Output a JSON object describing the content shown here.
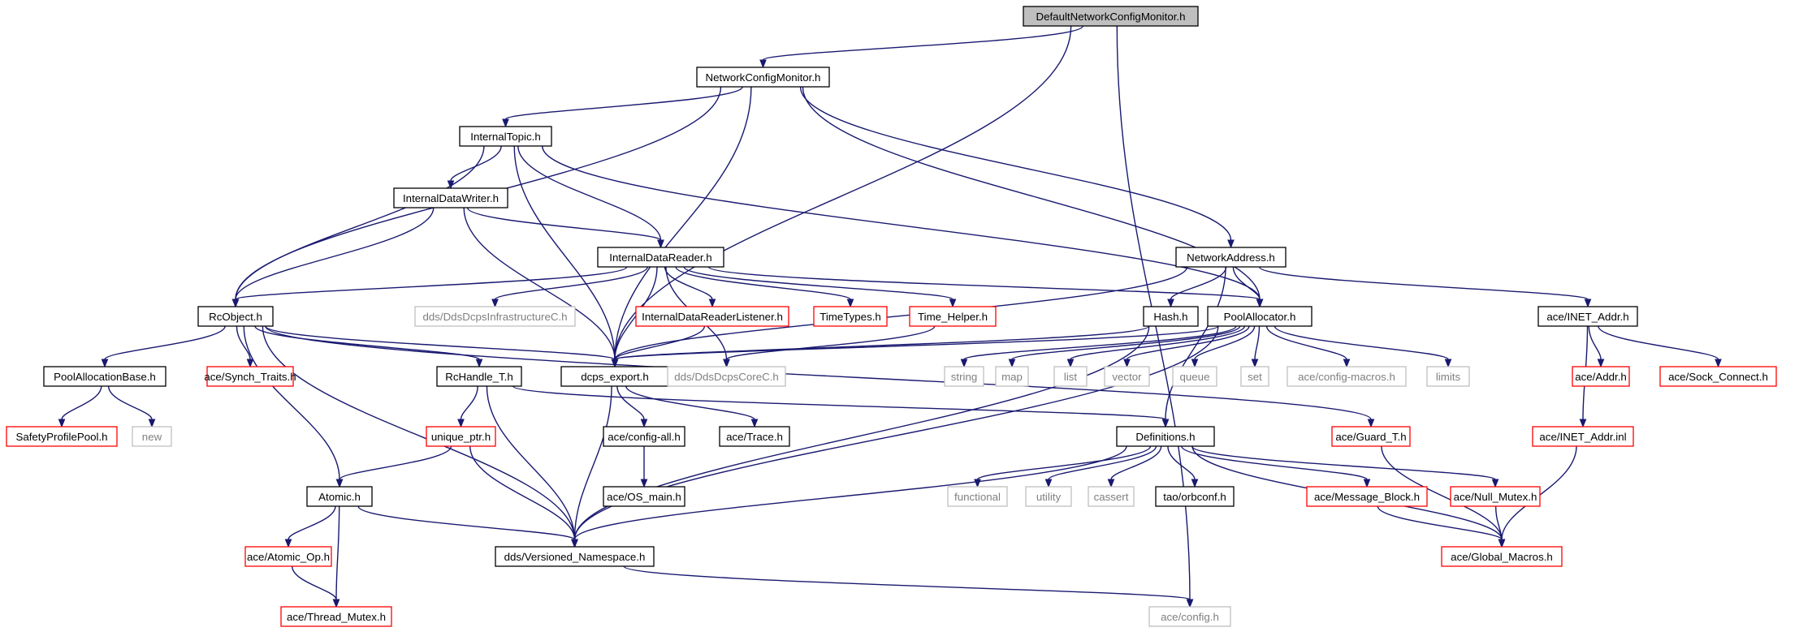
{
  "diagram": {
    "colors": {
      "edge": "#191970",
      "root_fill": "#bfbfbf",
      "normal_border": "#000000",
      "truncated_border": "#ff0000",
      "external_border": "#bfbfbf",
      "external_text": "#7f7f7f",
      "text": "#000000"
    },
    "nodes": [
      {
        "id": "root",
        "label": "DefaultNetworkConfigMonitor.h",
        "style": "root"
      },
      {
        "id": "ncm",
        "label": "NetworkConfigMonitor.h",
        "style": "normal"
      },
      {
        "id": "itopic",
        "label": "InternalTopic.h",
        "style": "normal"
      },
      {
        "id": "idw",
        "label": "InternalDataWriter.h",
        "style": "normal"
      },
      {
        "id": "idr",
        "label": "InternalDataReader.h",
        "style": "normal"
      },
      {
        "id": "netaddr",
        "label": "NetworkAddress.h",
        "style": "normal"
      },
      {
        "id": "rcobj",
        "label": "RcObject.h",
        "style": "normal"
      },
      {
        "id": "ddsinfra",
        "label": "dds/DdsDcpsInfrastructureC.h",
        "style": "external"
      },
      {
        "id": "idrl",
        "label": "InternalDataReaderListener.h",
        "style": "truncated"
      },
      {
        "id": "timetypes",
        "label": "TimeTypes.h",
        "style": "truncated"
      },
      {
        "id": "timehelper",
        "label": "Time_Helper.h",
        "style": "truncated"
      },
      {
        "id": "hash",
        "label": "Hash.h",
        "style": "normal"
      },
      {
        "id": "poolalloc",
        "label": "PoolAllocator.h",
        "style": "normal"
      },
      {
        "id": "inetaddr",
        "label": "ace/INET_Addr.h",
        "style": "normal"
      },
      {
        "id": "pab",
        "label": "PoolAllocationBase.h",
        "style": "normal"
      },
      {
        "id": "synch",
        "label": "ace/Synch_Traits.h",
        "style": "truncated"
      },
      {
        "id": "rchandle",
        "label": "RcHandle_T.h",
        "style": "normal"
      },
      {
        "id": "dcpsexp",
        "label": "dcps_export.h",
        "style": "normal"
      },
      {
        "id": "ddscore",
        "label": "dds/DdsDcpsCoreC.h",
        "style": "external"
      },
      {
        "id": "string",
        "label": "string",
        "style": "external"
      },
      {
        "id": "map",
        "label": "map",
        "style": "external"
      },
      {
        "id": "list",
        "label": "list",
        "style": "external"
      },
      {
        "id": "vector",
        "label": "vector",
        "style": "external"
      },
      {
        "id": "queue",
        "label": "queue",
        "style": "external"
      },
      {
        "id": "set",
        "label": "set",
        "style": "external"
      },
      {
        "id": "cfgmacros",
        "label": "ace/config-macros.h",
        "style": "external"
      },
      {
        "id": "limits",
        "label": "limits",
        "style": "external"
      },
      {
        "id": "aceaddr",
        "label": "ace/Addr.h",
        "style": "truncated"
      },
      {
        "id": "sockconn",
        "label": "ace/Sock_Connect.h",
        "style": "truncated"
      },
      {
        "id": "spp",
        "label": "SafetyProfilePool.h",
        "style": "truncated"
      },
      {
        "id": "new",
        "label": "new",
        "style": "external"
      },
      {
        "id": "uptr",
        "label": "unique_ptr.h",
        "style": "truncated"
      },
      {
        "id": "cfgall",
        "label": "ace/config-all.h",
        "style": "normal"
      },
      {
        "id": "trace",
        "label": "ace/Trace.h",
        "style": "normal"
      },
      {
        "id": "defs",
        "label": "Definitions.h",
        "style": "normal"
      },
      {
        "id": "guard",
        "label": "ace/Guard_T.h",
        "style": "truncated"
      },
      {
        "id": "inetinl",
        "label": "ace/INET_Addr.inl",
        "style": "truncated"
      },
      {
        "id": "osmain",
        "label": "ace/OS_main.h",
        "style": "normal"
      },
      {
        "id": "atomic",
        "label": "Atomic.h",
        "style": "normal"
      },
      {
        "id": "functional",
        "label": "functional",
        "style": "external"
      },
      {
        "id": "utility",
        "label": "utility",
        "style": "external"
      },
      {
        "id": "cassert",
        "label": "cassert",
        "style": "external"
      },
      {
        "id": "orbconf",
        "label": "tao/orbconf.h",
        "style": "normal"
      },
      {
        "id": "msgblock",
        "label": "ace/Message_Block.h",
        "style": "truncated"
      },
      {
        "id": "nullmutex",
        "label": "ace/Null_Mutex.h",
        "style": "truncated"
      },
      {
        "id": "atomicop",
        "label": "ace/Atomic_Op.h",
        "style": "truncated"
      },
      {
        "id": "versns",
        "label": "dds/Versioned_Namespace.h",
        "style": "normal"
      },
      {
        "id": "globmacros",
        "label": "ace/Global_Macros.h",
        "style": "truncated"
      },
      {
        "id": "threadmutex",
        "label": "ace/Thread_Mutex.h",
        "style": "truncated"
      },
      {
        "id": "config",
        "label": "ace/config.h",
        "style": "external"
      }
    ],
    "edges": [
      [
        "root",
        "ncm"
      ],
      [
        "root",
        "dcpsexp"
      ],
      [
        "root",
        "config"
      ],
      [
        "ncm",
        "itopic"
      ],
      [
        "ncm",
        "rcobj"
      ],
      [
        "ncm",
        "dcpsexp"
      ],
      [
        "ncm",
        "netaddr"
      ],
      [
        "ncm",
        "poolalloc"
      ],
      [
        "itopic",
        "idw"
      ],
      [
        "itopic",
        "idr"
      ],
      [
        "itopic",
        "rcobj"
      ],
      [
        "itopic",
        "dcpsexp"
      ],
      [
        "itopic",
        "poolalloc"
      ],
      [
        "idw",
        "idr"
      ],
      [
        "idw",
        "rcobj"
      ],
      [
        "idw",
        "dcpsexp"
      ],
      [
        "idr",
        "rcobj"
      ],
      [
        "idr",
        "ddsinfra"
      ],
      [
        "idr",
        "idrl"
      ],
      [
        "idr",
        "timetypes"
      ],
      [
        "idr",
        "timehelper"
      ],
      [
        "idr",
        "poolalloc"
      ],
      [
        "idr",
        "dcpsexp"
      ],
      [
        "idr",
        "ddscore"
      ],
      [
        "idrl",
        "dcpsexp"
      ],
      [
        "timehelper",
        "ddscore"
      ],
      [
        "netaddr",
        "hash"
      ],
      [
        "netaddr",
        "poolalloc"
      ],
      [
        "netaddr",
        "inetaddr"
      ],
      [
        "netaddr",
        "defs"
      ],
      [
        "netaddr",
        "dcpsexp"
      ],
      [
        "hash",
        "dcpsexp"
      ],
      [
        "hash",
        "versns"
      ],
      [
        "poolalloc",
        "dcpsexp"
      ],
      [
        "poolalloc",
        "versns"
      ],
      [
        "poolalloc",
        "string"
      ],
      [
        "poolalloc",
        "map"
      ],
      [
        "poolalloc",
        "list"
      ],
      [
        "poolalloc",
        "vector"
      ],
      [
        "poolalloc",
        "queue"
      ],
      [
        "poolalloc",
        "set"
      ],
      [
        "poolalloc",
        "cfgmacros"
      ],
      [
        "poolalloc",
        "limits"
      ],
      [
        "inetaddr",
        "aceaddr"
      ],
      [
        "inetaddr",
        "sockconn"
      ],
      [
        "inetaddr",
        "inetinl"
      ],
      [
        "rcobj",
        "pab"
      ],
      [
        "rcobj",
        "synch"
      ],
      [
        "rcobj",
        "rchandle"
      ],
      [
        "rcobj",
        "dcpsexp"
      ],
      [
        "rcobj",
        "atomic"
      ],
      [
        "rcobj",
        "versns"
      ],
      [
        "rcobj",
        "guard"
      ],
      [
        "pab",
        "spp"
      ],
      [
        "pab",
        "new"
      ],
      [
        "rchandle",
        "uptr"
      ],
      [
        "rchandle",
        "defs"
      ],
      [
        "rchandle",
        "versns"
      ],
      [
        "dcpsexp",
        "cfgall"
      ],
      [
        "dcpsexp",
        "trace"
      ],
      [
        "dcpsexp",
        "versns"
      ],
      [
        "cfgall",
        "osmain"
      ],
      [
        "uptr",
        "atomic"
      ],
      [
        "uptr",
        "versns"
      ],
      [
        "atomic",
        "atomicop"
      ],
      [
        "atomic",
        "threadmutex"
      ],
      [
        "atomic",
        "versns"
      ],
      [
        "atomicop",
        "threadmutex"
      ],
      [
        "defs",
        "functional"
      ],
      [
        "defs",
        "utility"
      ],
      [
        "defs",
        "cassert"
      ],
      [
        "defs",
        "orbconf"
      ],
      [
        "defs",
        "msgblock"
      ],
      [
        "defs",
        "nullmutex"
      ],
      [
        "defs",
        "globmacros"
      ],
      [
        "defs",
        "versns"
      ],
      [
        "guard",
        "globmacros"
      ],
      [
        "msgblock",
        "globmacros"
      ],
      [
        "nullmutex",
        "globmacros"
      ],
      [
        "inetinl",
        "globmacros"
      ],
      [
        "versns",
        "config"
      ]
    ]
  }
}
